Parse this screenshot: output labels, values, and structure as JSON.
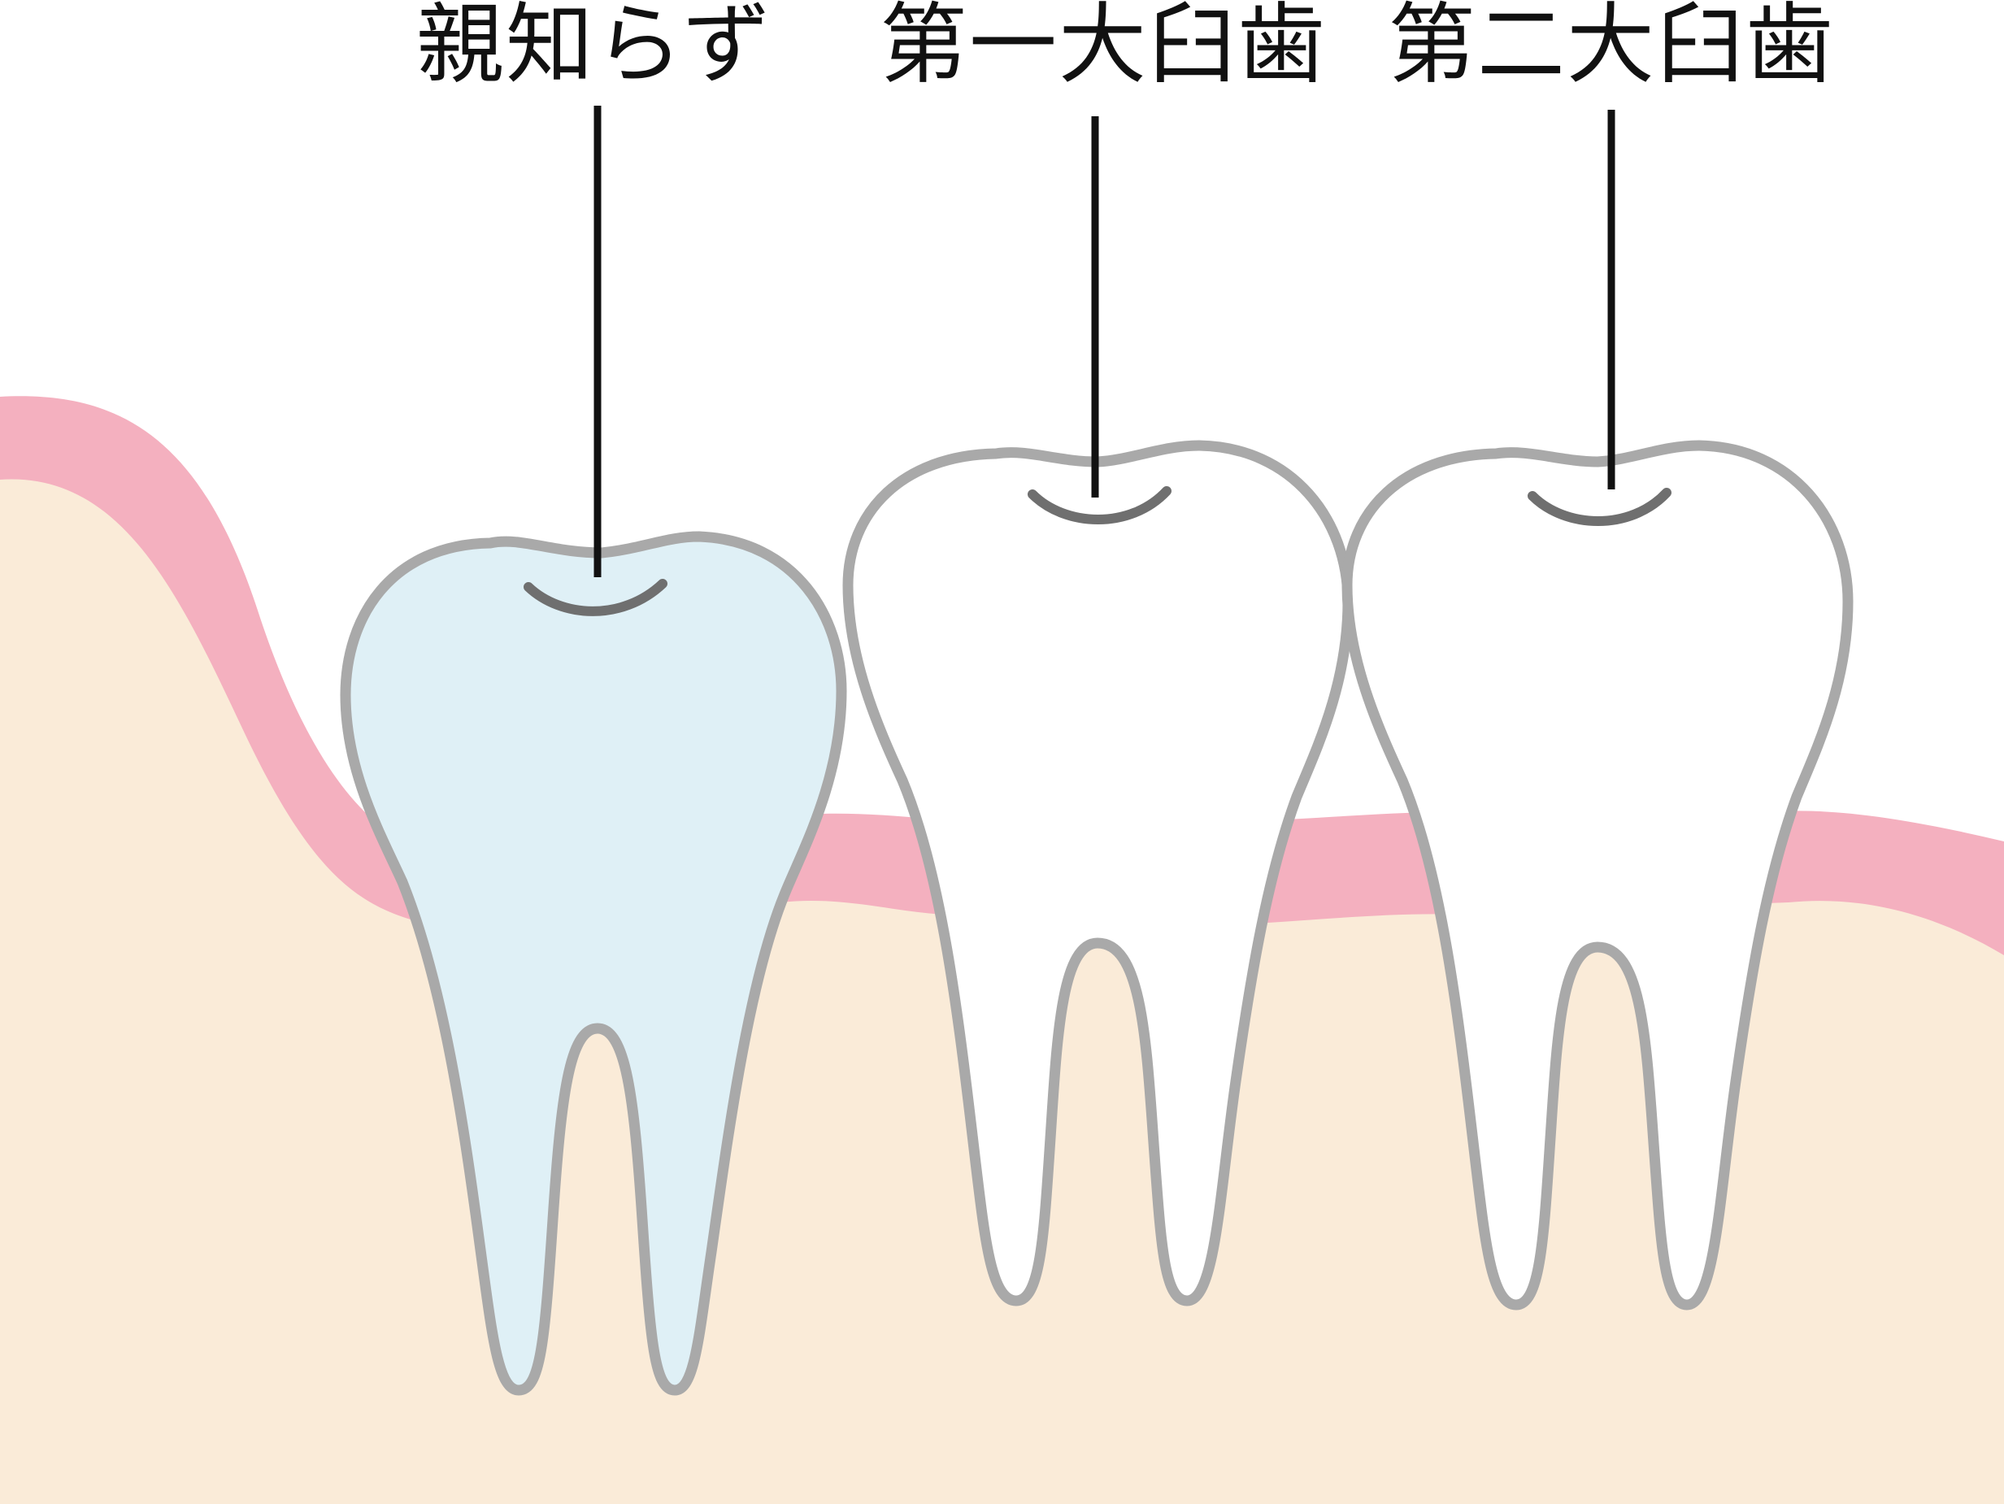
{
  "labels": {
    "wisdom_tooth": "親知らず",
    "first_molar": "第一大臼歯",
    "second_molar": "第二大臼歯"
  },
  "colors": {
    "background": "#ffffff",
    "gum": "#f4b0bf",
    "bone": "#faebd8",
    "tooth_outline": "#a9a9a9",
    "tooth_fill": "#ffffff",
    "wisdom_tooth_fill": "#dff0f6",
    "groove": "#6f6f6f",
    "leader_line": "#111111"
  },
  "icons": [
    "wisdom-tooth-icon",
    "first-molar-icon",
    "second-molar-icon"
  ]
}
